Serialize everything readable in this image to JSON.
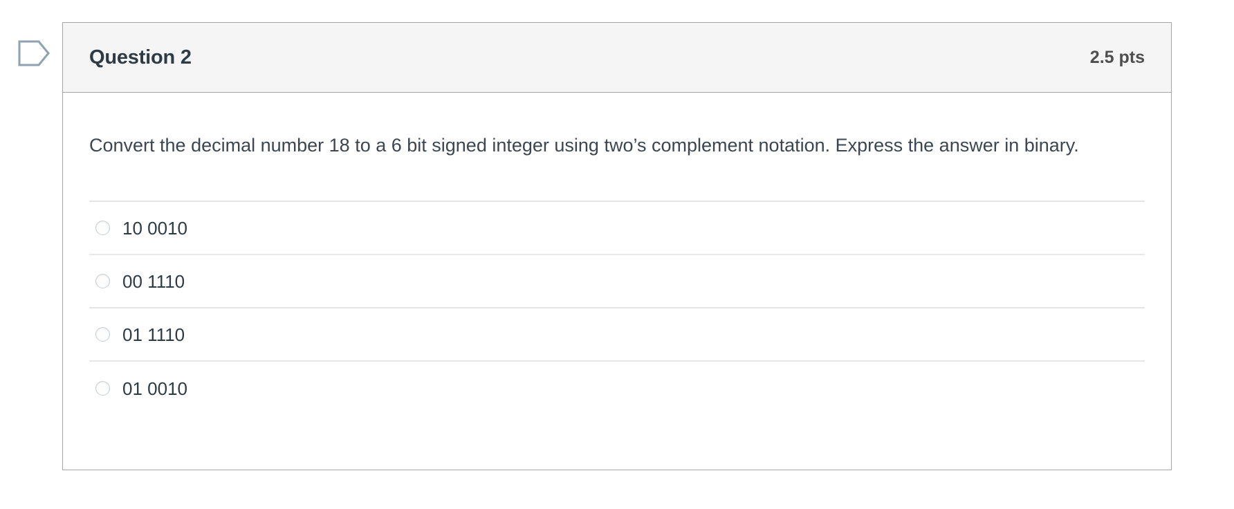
{
  "flag": {
    "icon": "flag-outline-icon",
    "color": "#8fa2b0"
  },
  "question": {
    "name": "Question 2",
    "points": "2.5 pts",
    "text": "Convert the decimal number 18 to a 6 bit signed integer using two’s complement notation. Express the answer in binary.",
    "answers": [
      {
        "label": "10 0010",
        "selected": false
      },
      {
        "label": "00 1110",
        "selected": false
      },
      {
        "label": "01 1110",
        "selected": false
      },
      {
        "label": "01 0010",
        "selected": false
      }
    ]
  },
  "colors": {
    "header_bg": "#f5f5f5",
    "card_border": "#a5a5a5",
    "text": "#2d3b45",
    "divider": "#e4e6e9",
    "radio_border": "#c7cdd1",
    "flag": "#8fa2b0"
  }
}
